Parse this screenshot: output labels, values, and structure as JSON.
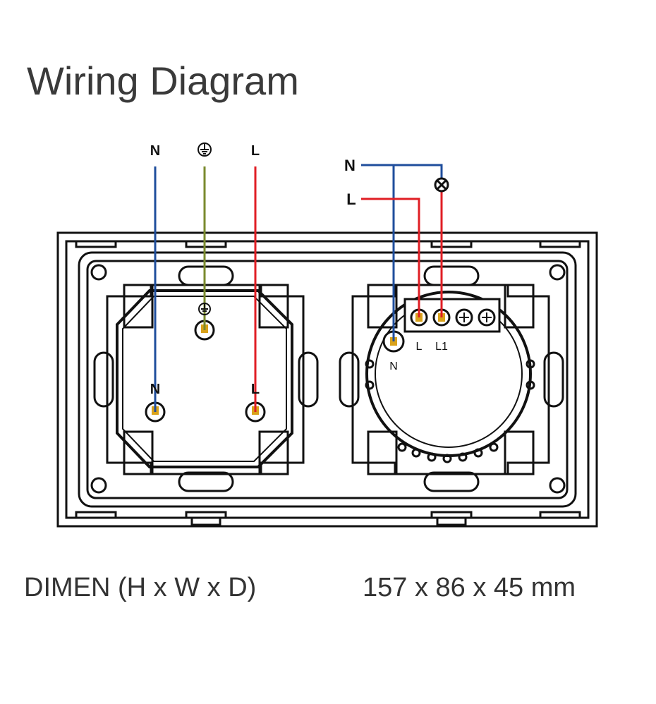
{
  "title": "Wiring Diagram",
  "socket": {
    "top_labels": {
      "neutral": "N",
      "live": "L"
    },
    "terminal_labels": {
      "neutral": "N",
      "live": "L"
    }
  },
  "switch": {
    "supply_labels": {
      "neutral": "N",
      "live": "L"
    },
    "terminal_labels": {
      "live": "L",
      "live_out": "L1",
      "neutral": "N"
    }
  },
  "colors": {
    "neutral": "#1f4e9c",
    "earth": "#7a8a2e",
    "live": "#e01e24",
    "outline": "#111111",
    "terminal": "#d9a21b"
  },
  "icons": [
    "earth-symbol-icon",
    "lamp-symbol-icon"
  ],
  "dimensions": {
    "label": "DIMEN (H x W x D)",
    "value": "157 x 86 x 45 mm"
  }
}
